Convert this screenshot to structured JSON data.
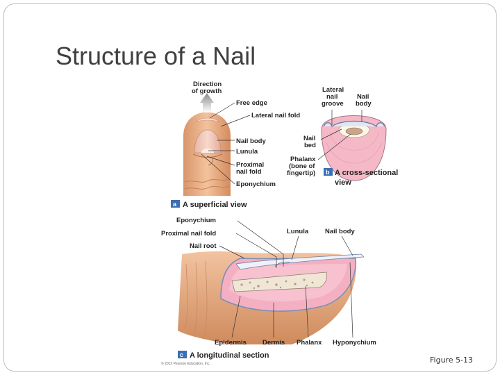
{
  "title": "Structure of a Nail",
  "figure_ref": "Figure 5-13",
  "copyright": "© 2012 Pearson Education, Inc.",
  "panel_a": {
    "badge": "a",
    "caption": "A superficial view",
    "direction": [
      "Direction",
      "of growth"
    ],
    "free_edge": "Free edge",
    "lateral_nail_fold": "Lateral nail fold",
    "nail_body": "Nail body",
    "lunula": "Lunula",
    "proximal_nail_fold": [
      "Proximal",
      "nail fold"
    ],
    "eponychium": "Eponychium"
  },
  "panel_b": {
    "badge": "b",
    "caption": [
      "A cross-sectional",
      "view"
    ],
    "lateral_nail_groove": [
      "Lateral",
      "nail",
      "groove"
    ],
    "nail_body": [
      "Nail",
      "body"
    ],
    "nail_bed": [
      "Nail",
      "bed"
    ],
    "phalanx": [
      "Phalanx",
      "(bone of",
      "fingertip)"
    ]
  },
  "panel_c": {
    "badge": "c",
    "caption": "A longitudinal section",
    "eponychium": "Eponychium",
    "proximal_nail_fold": "Proximal nail fold",
    "nail_root": "Nail root",
    "lunula": "Lunula",
    "nail_body": "Nail body",
    "epidermis": "Epidermis",
    "dermis": "Dermis",
    "phalanx": "Phalanx",
    "hyponychium": "Hyponychium"
  }
}
